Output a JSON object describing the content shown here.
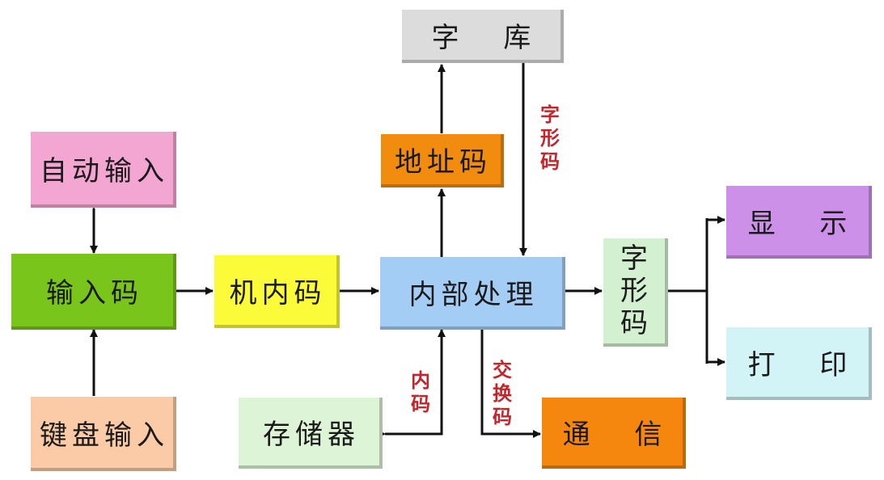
{
  "nodes": {
    "ziku": {
      "label": "字 库",
      "color": "#dcdcdc"
    },
    "dizhima": {
      "label": "地址码",
      "color": "#f28c0f"
    },
    "zidong": {
      "label": "自动输入",
      "color": "#f4a6d2"
    },
    "shurumA": {
      "label": "输入码",
      "color": "#7ac51b"
    },
    "jineima": {
      "label": "机内码",
      "color": "#fbfb3a"
    },
    "neibu": {
      "label": "内部处理",
      "color": "#a4cdf5"
    },
    "zixingmaBox": {
      "label": "字形码",
      "color": "#d3f0d0"
    },
    "xianshi": {
      "label": "显 示",
      "color": "#cc90e8"
    },
    "dayin": {
      "label": "打 印",
      "color": "#d2f4f6"
    },
    "jianpan": {
      "label": "键盘输入",
      "color": "#fbcba7"
    },
    "cunchu": {
      "label": "存储器",
      "color": "#ddf5d6"
    },
    "tongxin": {
      "label": "通 信",
      "color": "#f5870f"
    }
  },
  "edge_labels": {
    "zixingma": "字形码",
    "neima": "内码",
    "jiaohuanma": "交换码"
  },
  "colors": {
    "line": "#111111",
    "edge_label": "#c0272d"
  }
}
